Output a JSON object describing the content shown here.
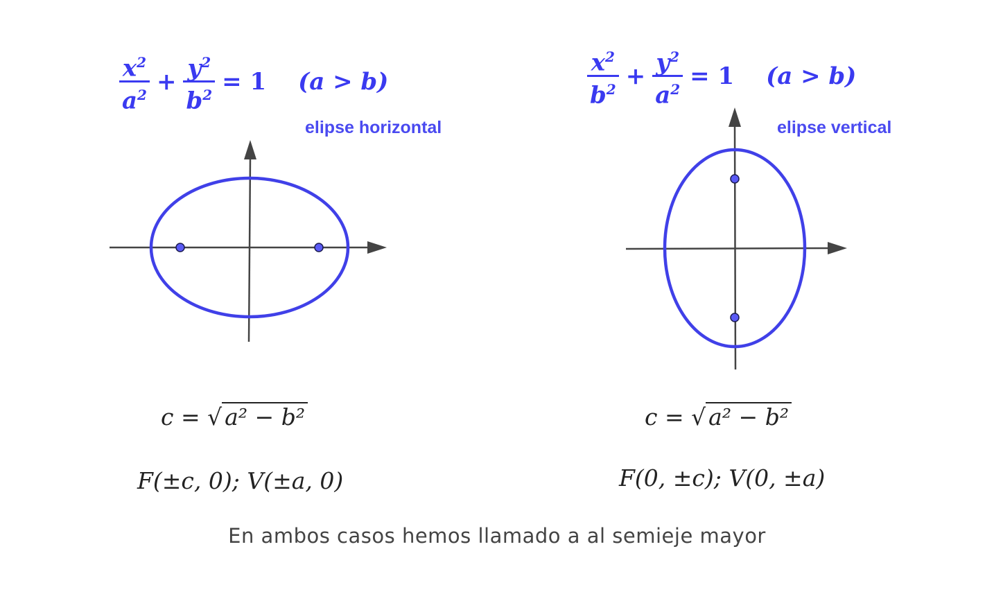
{
  "left_panel": {
    "equation": {
      "frac1_num": "x",
      "frac1_den": "a",
      "frac2_num": "y",
      "frac2_den": "b",
      "exp": "2",
      "plus": "+",
      "equals": "= 1",
      "condition": "(a > b)"
    },
    "label": "elipse horizontal",
    "c_formula": {
      "lhs": "c =",
      "radicand": "a² − b²"
    },
    "points_formula": "F(±c, 0);  V(±a, 0)"
  },
  "right_panel": {
    "equation": {
      "frac1_num": "x",
      "frac1_den": "b",
      "frac2_num": "y",
      "frac2_den": "a",
      "exp": "2",
      "plus": "+",
      "equals": "= 1",
      "condition": "(a > b)"
    },
    "label": "elipse vertical",
    "c_formula": {
      "lhs": "c =",
      "radicand": "a² − b²"
    },
    "points_formula": "F(0, ±c);  V(0, ±a)"
  },
  "caption": "En ambos casos hemos llamado  a  al semieje mayor",
  "colors": {
    "ellipse": "#4040e8",
    "focus_fill": "#5a5af5",
    "axis": "#444444",
    "equation": "#3a3af0",
    "label": "#4a4af0"
  }
}
